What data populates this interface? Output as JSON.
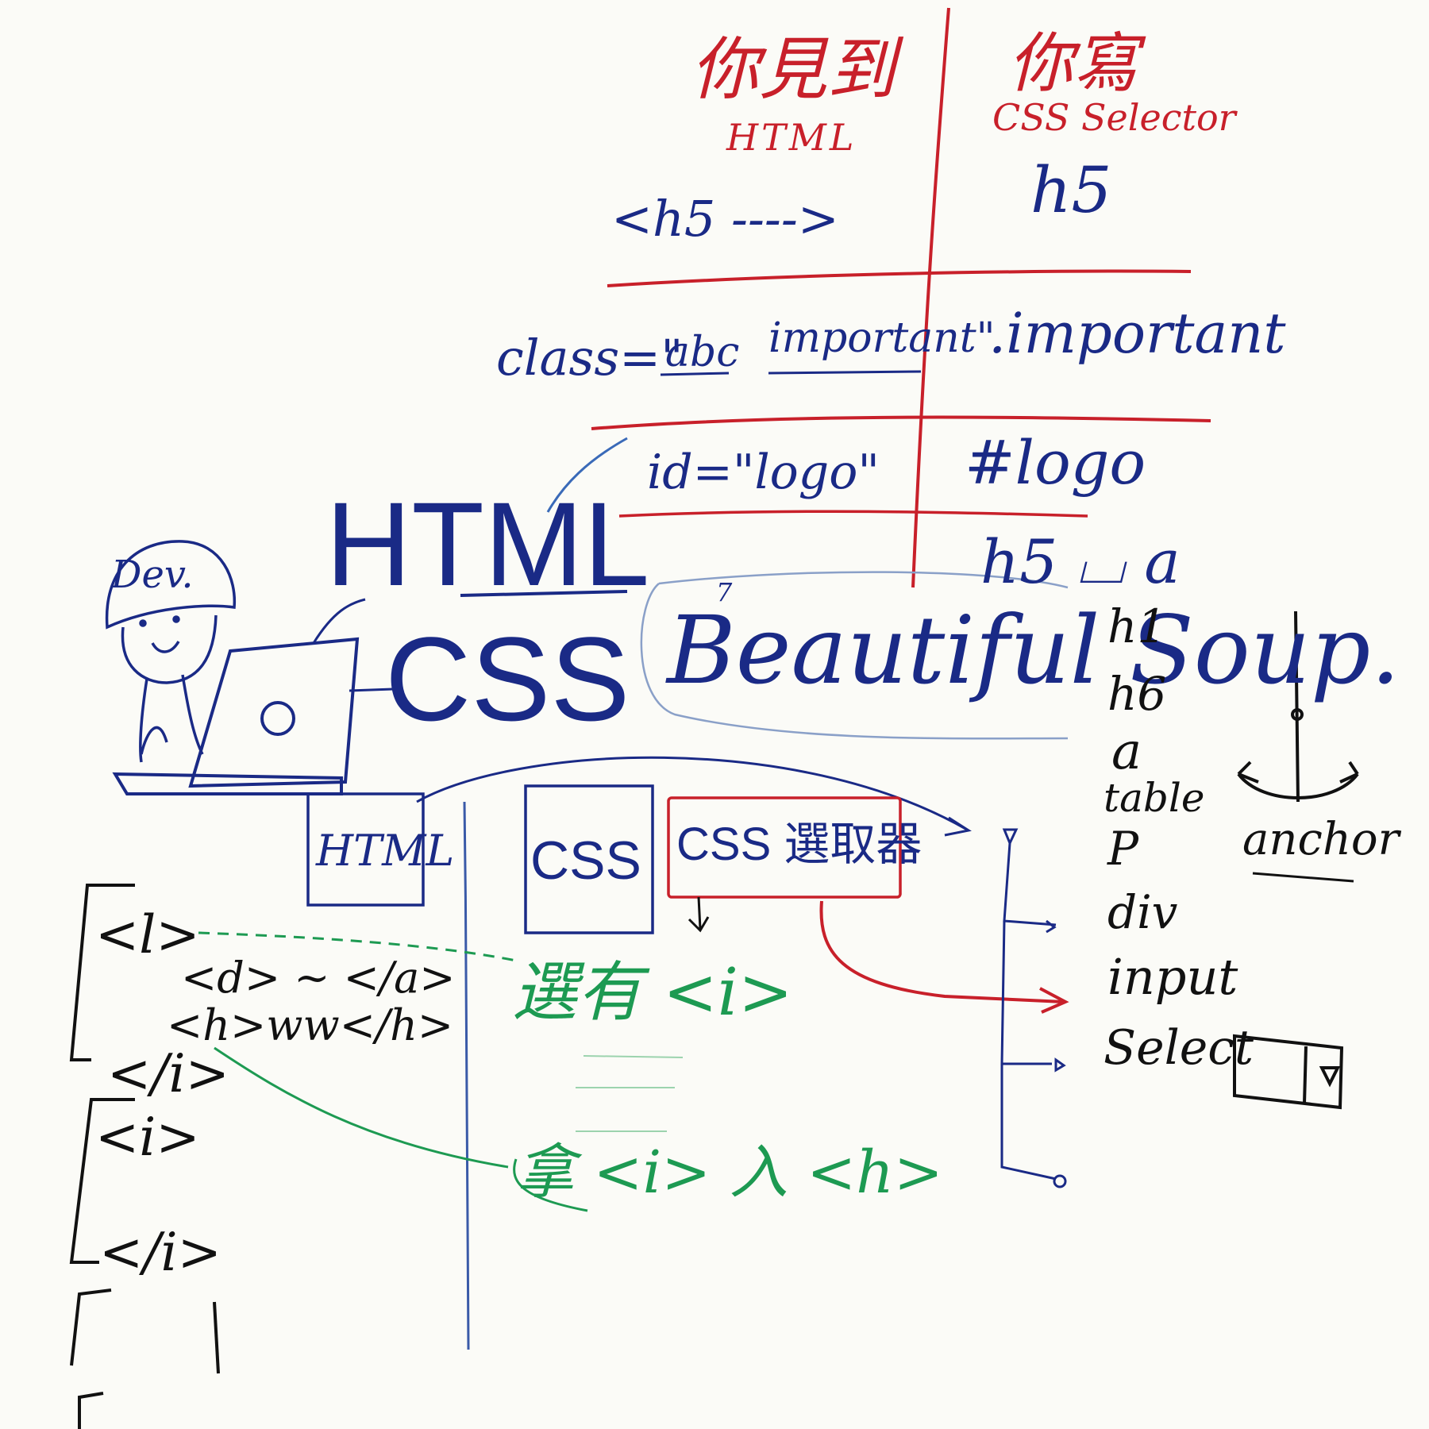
{
  "table": {
    "header_left_zh": "你見到",
    "header_left_en": "HTML",
    "header_right_zh": "你寫",
    "header_right_en": "CSS Selector",
    "rows": [
      {
        "html": "<h5 ---->",
        "selector": "h5"
      },
      {
        "html_prefix": "class=\"",
        "html_class1": "abc",
        "html_class2": "important\"",
        "selector": ".important"
      },
      {
        "html": "id=\"logo\"",
        "selector": "#logo"
      },
      {
        "html": "",
        "selector": "h5 ⌴ a"
      }
    ]
  },
  "concept": {
    "cap_label": "Dev.",
    "title_html": "HTML",
    "title_css": "CSS",
    "bubble_text": "Beautiful Soup.",
    "bubble_sup": "7"
  },
  "bottom": {
    "html_box": "HTML",
    "css_box": "CSS",
    "selector_box": "CSS 選取器",
    "code_lines": [
      "<l>",
      "<d> ~ </a>",
      "<h>ww</h>",
      "</i>",
      "<i>",
      "</i>"
    ],
    "green_line_1": "選有 <i>",
    "green_line_2": "拿 <i> 入 <h>"
  },
  "tag_list": [
    "h1",
    "h6",
    "a",
    "table",
    "P",
    "div",
    "input",
    "Select"
  ],
  "anchor_label": "anchor",
  "colors": {
    "red": "#c8202a",
    "blue": "#1a2a86",
    "green": "#1d9a52",
    "black": "#111111",
    "board": "#fbfbf7"
  }
}
